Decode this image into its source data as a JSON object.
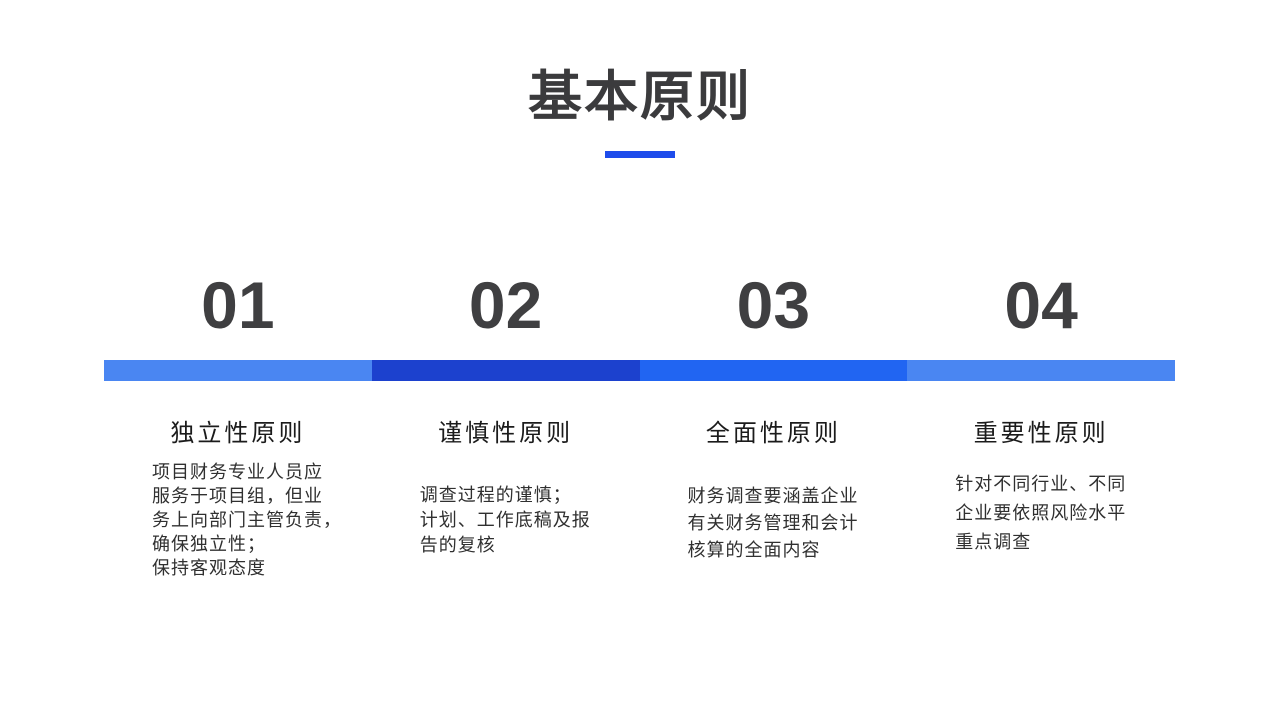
{
  "slide": {
    "title": "基本原则",
    "accent_color": "#1e4ceb",
    "background_color": "#ffffff",
    "title_color": "#3b3b3d"
  },
  "columns": [
    {
      "number": "01",
      "heading": "独立性原则",
      "body": "项目财务专业人员应\n服务于项目组，但业\n务上向部门主管负责，\n确保独立性；\n保持客观态度",
      "bar_color": "#4a86f2"
    },
    {
      "number": "02",
      "heading": "谨慎性原则",
      "body": "调查过程的谨慎；\n计划、工作底稿及报\n告的复核",
      "bar_color": "#1c41ce"
    },
    {
      "number": "03",
      "heading": "全面性原则",
      "body": "财务调查要涵盖企业\n有关财务管理和会计\n核算的全面内容",
      "bar_color": "#2165f2"
    },
    {
      "number": "04",
      "heading": "重要性原则",
      "body": "针对不同行业、不同\n企业要依照风险水平\n重点调查",
      "bar_color": "#4a86f2"
    }
  ]
}
